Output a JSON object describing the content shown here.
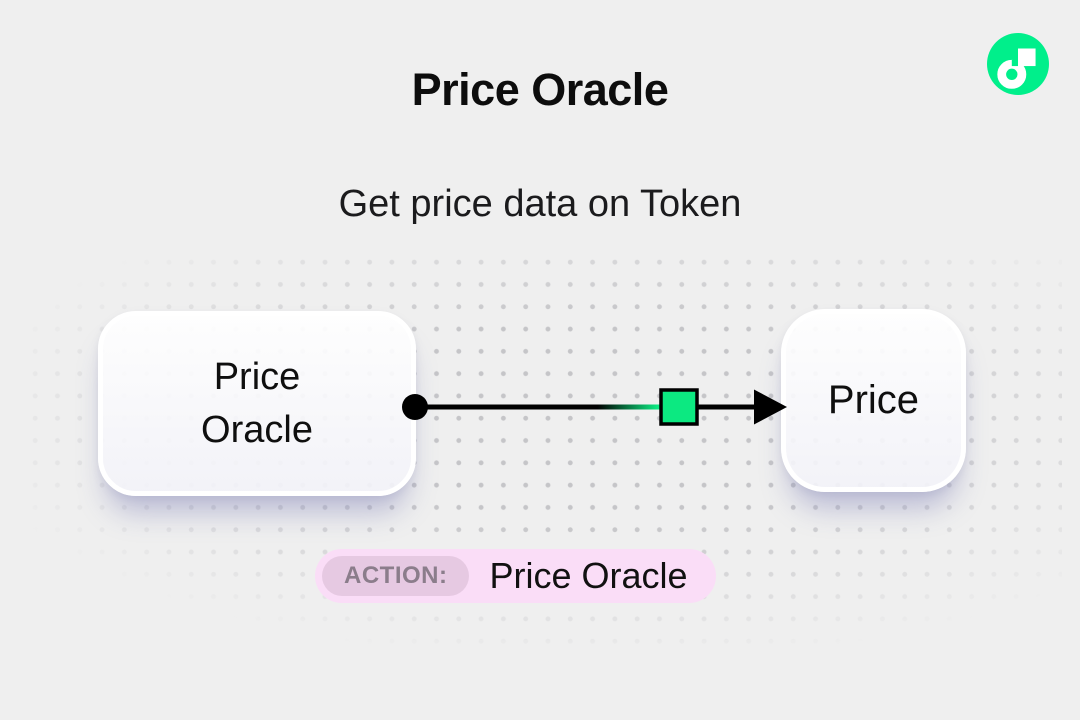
{
  "page": {
    "title": "Price Oracle",
    "subtitle": "Get price data on Token"
  },
  "logo": {
    "name": "flow-logo"
  },
  "diagram": {
    "nodes": [
      {
        "id": "source",
        "label": "Price Oracle"
      },
      {
        "id": "target",
        "label": "Price"
      }
    ],
    "connector": {
      "from": "Price Oracle",
      "to": "Price",
      "marker_color": "#0CE981"
    }
  },
  "action_badge": {
    "label": "ACTION:",
    "value": "Price Oracle"
  },
  "colors": {
    "background": "#EFEFEF",
    "text": "#111111",
    "accent_green": "#00EF8B",
    "badge_bg": "#FADDF7",
    "badge_label_bg": "#E6C9E2",
    "badge_label_text": "#8B7D8B",
    "canvas_dot": "#C5C5C8"
  }
}
